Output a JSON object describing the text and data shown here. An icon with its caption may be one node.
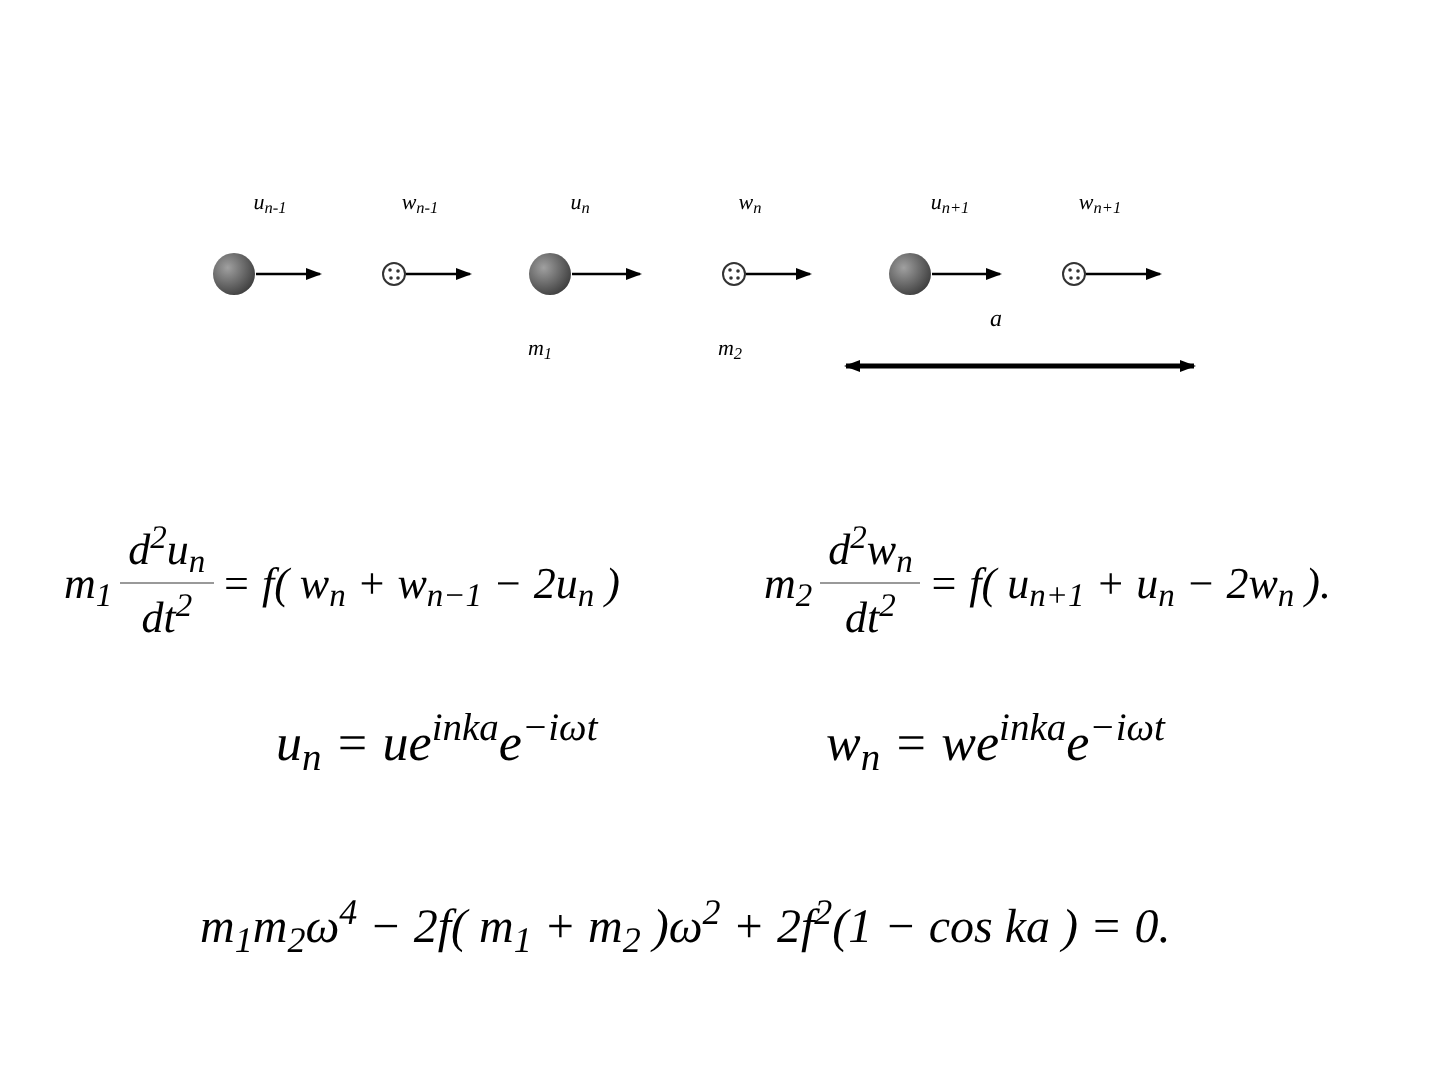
{
  "diagram": {
    "nodes": [
      {
        "text": [],
        "shape": "circle",
        "beside": [
          "u$_{n-1}$"
        ]
      },
      {
        "text": [],
        "shape": "circle",
        "beside": [
          "w$_{n-1}$"
        ]
      },
      {
        "text": [],
        "shape": "circle",
        "beside": [
          "u$_{n}$",
          "m$_{1}$"
        ]
      },
      {
        "text": [],
        "shape": "circle",
        "beside": [
          "w$_{n}$",
          "m$_{2}$"
        ]
      },
      {
        "text": [],
        "shape": "circle",
        "beside": [
          "u$_{n+1}$"
        ]
      },
      {
        "text": [],
        "shape": "circle",
        "beside": [
          "w$_{n+1}$"
        ]
      }
    ],
    "edges": [
      {
        "from": 0,
        "to": null,
        "arrow": "to"
      },
      {
        "from": 1,
        "to": null,
        "arrow": "to"
      },
      {
        "from": 2,
        "to": null,
        "arrow": "to"
      },
      {
        "from": 3,
        "to": null,
        "arrow": "to"
      },
      {
        "from": 4,
        "to": null,
        "arrow": "to"
      },
      {
        "from": 5,
        "to": null,
        "arrow": "to"
      }
    ],
    "labels": [
      "a",
      "m$_{1}$",
      "d$^{2}$u$_{n}$",
      "dt$^{2}$",
      "= f( w$_{n}$ + w$_{n−1}$ − 2u$_{n}$ )",
      "m$_{2}$",
      "d$^{2}$w$_{n}$",
      "dt$^{2}$",
      "= f( u$_{n+1}$ + u$_{n}$ − 2w$_{n}$ ).",
      "u$_{n}$ = ue$^{inka}$e$^{−iωt}$",
      "w$_{n}$ = we$^{inka}$e$^{−iωt}$",
      "m$_{1}$m$_{2}$ω$^{4}$ − 2f( m$_{1}$ + m$_{2}$ )ω$^{2}$ + 2f$^{2}$(1 − cos ka ) = 0."
    ]
  }
}
